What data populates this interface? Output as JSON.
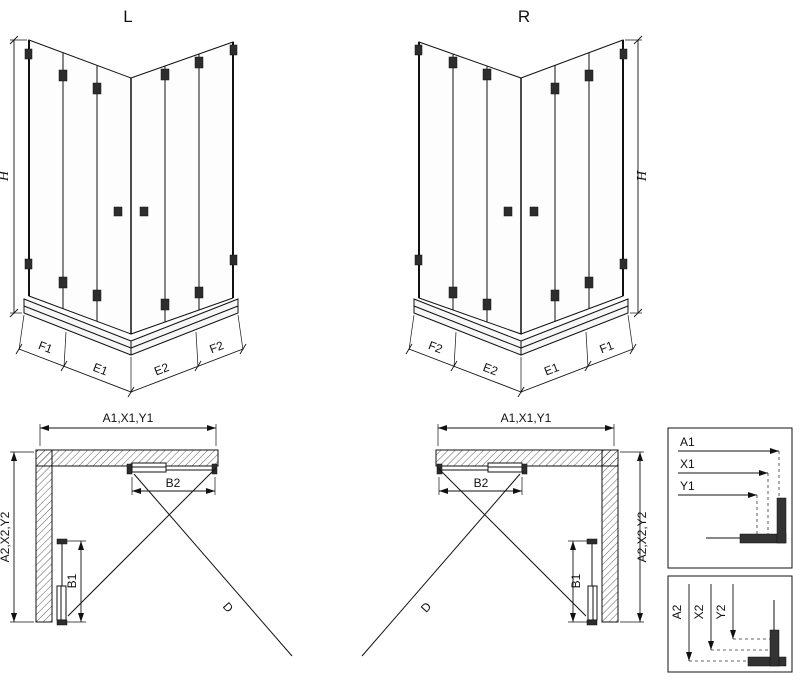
{
  "iso_left": {
    "label": "L",
    "height_label": "H",
    "bottom_dims": [
      "F1",
      "E1",
      "E2",
      "F2"
    ]
  },
  "iso_right": {
    "label": "R",
    "height_label": "H",
    "bottom_dims": [
      "F2",
      "E2",
      "E1",
      "F1"
    ]
  },
  "plan_left": {
    "top_dim": "A1,X1,Y1",
    "door_top_dim": "B2",
    "side_dim": "A2,X2,Y2",
    "door_side_dim": "B1",
    "diagonal_dim": "D"
  },
  "plan_right": {
    "top_dim": "A1,X1,Y1",
    "door_top_dim": "B2",
    "side_dim": "A2,X2,Y2",
    "door_side_dim": "B1",
    "diagonal_dim": "D"
  },
  "inset_horizontal": {
    "labels": [
      "A1",
      "X1",
      "Y1"
    ]
  },
  "inset_vertical": {
    "labels": [
      "A2",
      "X2",
      "Y2"
    ]
  }
}
